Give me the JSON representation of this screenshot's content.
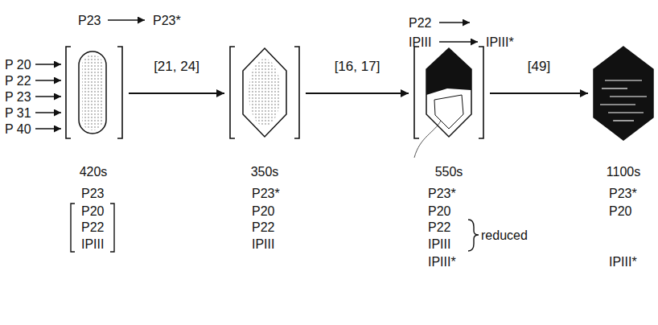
{
  "diagram": {
    "nodes": [
      {
        "text": [
          "420s",
          "P23",
          "P20",
          "P22",
          "IPIII"
        ]
      },
      {
        "text": [
          "350s",
          "P23*",
          "P20",
          "P22",
          "IPIII"
        ]
      },
      {
        "text": [
          "550s",
          "P23*",
          "P20",
          "P22",
          "IPIII",
          "reduced",
          "IPIII*"
        ]
      },
      {
        "text": [
          "1100s",
          "P23*",
          "P20",
          "IPIII*"
        ]
      }
    ],
    "edges": [
      {
        "from": 0,
        "to": 1,
        "label": "[21, 24]",
        "arrow": "to"
      },
      {
        "from": 1,
        "to": 2,
        "label": "[16, 17]",
        "arrow": "to"
      },
      {
        "from": 2,
        "to": 3,
        "label": "[49]",
        "arrow": "to"
      }
    ],
    "labels": [
      "P 20",
      "P 22",
      "P 23",
      "P 31",
      "P 40",
      "P23",
      "P23*",
      "P22",
      "IPIII",
      "IPIII*"
    ]
  }
}
